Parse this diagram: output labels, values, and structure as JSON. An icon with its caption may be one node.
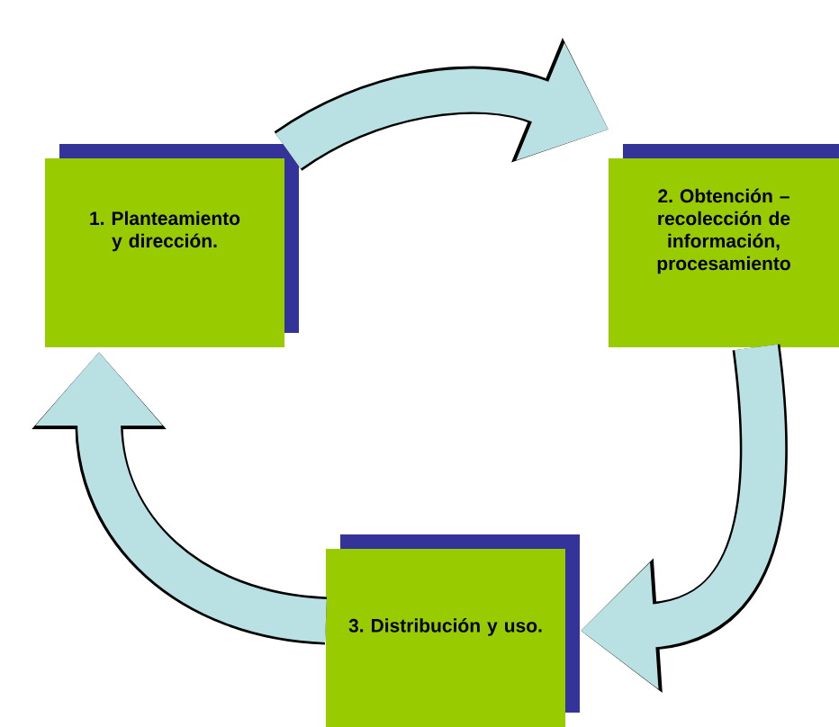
{
  "diagram": {
    "nodes": [
      {
        "text": [
          "1. Planteamiento y dirección."
        ]
      },
      {
        "text": [
          "2. Obtención – recolección de información, procesamiento"
        ]
      },
      {
        "text": [
          "3. Distribución y uso."
        ]
      }
    ],
    "edges": [
      {
        "from": 0,
        "to": 1,
        "arrow": "to"
      },
      {
        "from": 1,
        "to": 2,
        "arrow": "to"
      },
      {
        "from": 2,
        "to": 0,
        "arrow": "to"
      }
    ]
  }
}
